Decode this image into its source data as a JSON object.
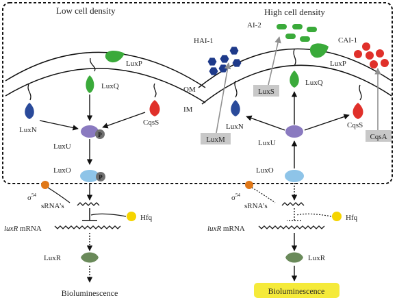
{
  "panels": {
    "left": {
      "heading": "Low cell density",
      "proteins": {
        "luxp": "LuxP",
        "luxq": "LuxQ",
        "luxn": "LuxN",
        "cqss": "CqsS",
        "luxu": "LuxU",
        "luxo": "LuxO",
        "luxr": "LuxR"
      },
      "phospho": "P",
      "sigma": "σ",
      "sigma_sup": "54",
      "srna": "sRNA’s",
      "hfq": "Hfq",
      "mrna_italic": "luxR",
      "mrna_rest": " mRNA",
      "output": "Bioluminescence"
    },
    "right": {
      "heading": "High cell density",
      "autoinducers": {
        "hai1": "HAI-1",
        "ai2": "AI-2",
        "cai1": "CAI-1"
      },
      "synthases": {
        "luxs": "LuxS",
        "luxm": "LuxM",
        "cqsa": "CqsA"
      },
      "membranes": {
        "om": "OM",
        "im": "IM"
      },
      "proteins": {
        "luxp": "LuxP",
        "luxq": "LuxQ",
        "luxn": "LuxN",
        "cqss": "CqsS",
        "luxu": "LuxU",
        "luxo": "LuxO",
        "luxr": "LuxR"
      },
      "sigma": "σ",
      "sigma_sup": "54",
      "srna": "sRNA’s",
      "hfq": "Hfq",
      "mrna_italic": "luxR",
      "mrna_rest": " mRNA",
      "output": "Bioluminescence"
    }
  },
  "colors": {
    "luxn": "#2a4a9a",
    "luxp_luxq": "#3aaa3a",
    "cqss": "#e0302a",
    "luxu": "#8a7ac0",
    "luxo": "#8ec4e8",
    "luxr": "#6a8a5a",
    "sigma": "#e07818",
    "hfq": "#f5d400",
    "phospho": "#707070",
    "hai1": "#1e3a8a",
    "ai2": "#3aaa3a",
    "cai1": "#e0302a",
    "synthase_box": "#c8c8c8",
    "output_highlight": "#f5ea3a"
  }
}
